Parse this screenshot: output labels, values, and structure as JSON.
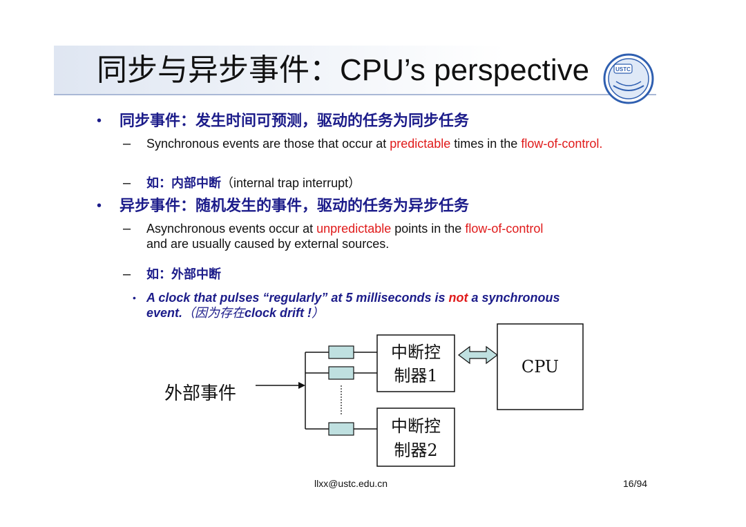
{
  "title": {
    "cn": "同步与异步事件：",
    "latin": "CPU’s perspective"
  },
  "logo": {
    "text": "USTC",
    "icon": "ustc-seal-icon"
  },
  "bullets": {
    "sync": {
      "heading": "同步事件：发生时间可预测，驱动的任务为同步任务",
      "desc": {
        "part1": "Synchronous events are those that occur at ",
        "red1": "predictable",
        "part2": " times in the ",
        "red2": "flow-of-control.",
        "line2": ""
      },
      "example_cn": "如：内部中断",
      "example_en": "（internal trap interrupt）"
    },
    "async": {
      "heading": "异步事件：随机发生的事件，驱动的任务为异步任务",
      "desc": {
        "part1": "Asynchronous events occur at ",
        "red1": "unpredictable",
        "part2": " points in the ",
        "red2": "flow-of-control",
        "line2": "and are usually caused by external sources."
      },
      "example_cn": "如：外部中断",
      "note": {
        "part1": "A clock that pulses “regularly” at 5 milliseconds is ",
        "red": "not",
        "part2": " a synchronous",
        "line2_en": "event.",
        "line2_cn": "（因为存在",
        "line2_en2": "clock drift !",
        "line2_cn2": "）"
      }
    }
  },
  "diagram": {
    "source_label": "外部事件",
    "controller1_line1": "中断控",
    "controller1_line2": "制器1",
    "controller2_line1": "中断控",
    "controller2_line2": "制器2",
    "cpu_label": "CPU",
    "box_fill": "#bfe0e0"
  },
  "footer": {
    "email": "llxx@ustc.edu.cn",
    "page": "16/94"
  }
}
